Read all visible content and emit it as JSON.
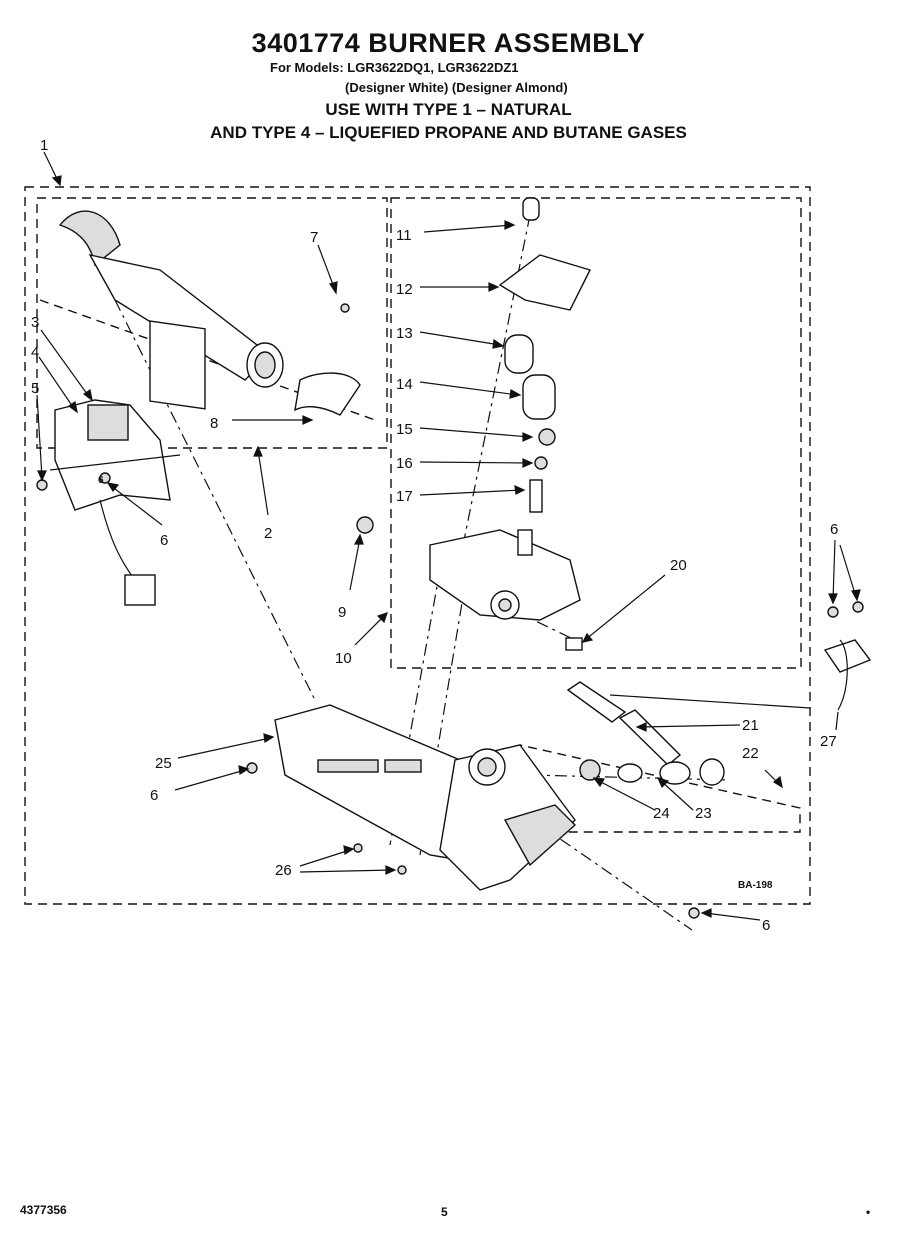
{
  "header": {
    "title": "3401774 BURNER ASSEMBLY",
    "models": "For Models: LGR3622DQ1, LGR3622DZ1",
    "finishes": "(Designer White) (Designer Almond)",
    "usage_line1": "USE WITH TYPE 1 – NATURAL",
    "usage_line2": "AND TYPE 4 – LIQUEFIED PROPANE AND BUTANE GASES"
  },
  "callouts": [
    "1",
    "2",
    "3",
    "4",
    "5",
    "6",
    "6",
    "6",
    "6",
    "6",
    "7",
    "8",
    "9",
    "10",
    "11",
    "12",
    "13",
    "14",
    "15",
    "16",
    "17",
    "20",
    "21",
    "22",
    "23",
    "24",
    "25",
    "26",
    "27"
  ],
  "diagram_code": "BA-198",
  "footer": {
    "document_number": "4377356",
    "page_number": "5",
    "corner_mark": "•"
  }
}
